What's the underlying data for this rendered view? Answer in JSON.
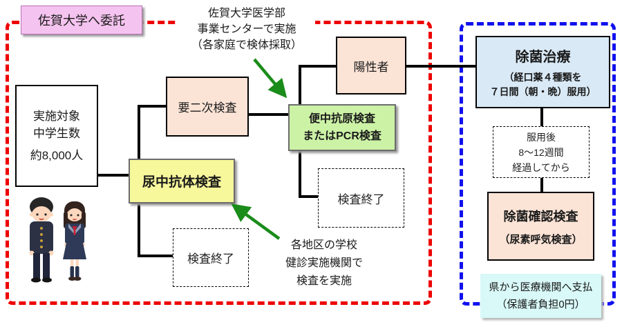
{
  "diagram": {
    "commission_label": "佐賀大学へ委託",
    "top_note_lines": [
      "佐賀大学医学部",
      "事業センターで実施",
      "（各家庭で検体採取）"
    ],
    "target_lines": [
      "実施対象",
      "中学生数",
      "約8,000人"
    ],
    "secondary_label": "要二次検査",
    "urine_test_label": "尿中抗体検査",
    "stool_test_lines": [
      "便中抗原検査",
      "またはPCR検査"
    ],
    "positive_label": "陽性者",
    "test_end_upper_label": "検査終了",
    "test_end_lower_label": "検査終了",
    "school_note_lines": [
      "各地区の学校",
      "健診実施機関で",
      "検査を実施"
    ],
    "eradication_title": "除菌治療",
    "eradication_sub_lines": [
      "（経口薬４種類を",
      "７日間（朝・晩）服用）"
    ],
    "after_dose_lines": [
      "服用後",
      "8～12週間",
      "経過してから"
    ],
    "confirm_test_lines": [
      "除菌確認検査",
      "（尿素呼気検査）"
    ],
    "payment_lines": [
      "県から医療機関へ支払",
      "（保護者負担0円）"
    ]
  },
  "colors": {
    "red_dashed_border": "#ee0000",
    "blue_dashed_border": "#1111ee",
    "green_arrow": "#1a8c1a",
    "commission_box_bg": "#f5c3ef",
    "peach_box_bg": "#fbe3d6",
    "yellow_box_bg": "#f7f79c",
    "green_box_bg": "#ccf2a6",
    "lightblue_box_bg": "#d9e9f6",
    "cyan_box_bg": "#d9f8f8"
  }
}
